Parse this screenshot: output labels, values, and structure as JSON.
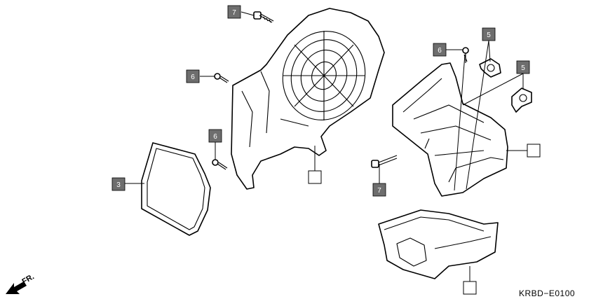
{
  "diagram": {
    "reference_code": "KRBD−E0100",
    "front_indicator": "FR.",
    "callouts": [
      {
        "id": "c7a",
        "number": "7"
      },
      {
        "id": "c6a",
        "number": "6"
      },
      {
        "id": "c6b",
        "number": "6"
      },
      {
        "id": "c3",
        "number": "3"
      },
      {
        "id": "c6c",
        "number": "6"
      },
      {
        "id": "c5a",
        "number": "5"
      },
      {
        "id": "c5b",
        "number": "5"
      },
      {
        "id": "c7b",
        "number": "7"
      }
    ],
    "blank_callouts": [
      {
        "id": "b1"
      },
      {
        "id": "b2"
      },
      {
        "id": "b3"
      }
    ]
  }
}
